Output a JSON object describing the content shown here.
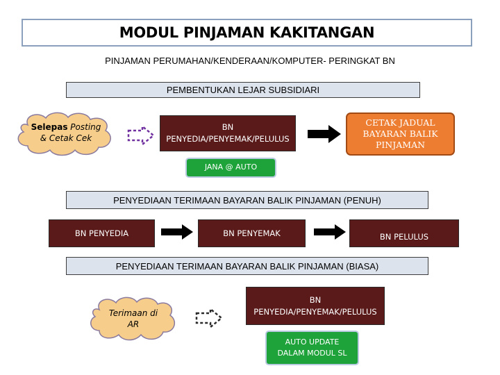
{
  "title": "MODUL PINJAMAN KAKITANGAN",
  "subtitle": "PINJAMAN PERUMAHAN/KENDERAAN/KOMPUTER- PERINGKAT BN",
  "section1": {
    "header": "PEMBENTUKAN LEJAR SUBSIDIARI",
    "cloud_line1_bold": "Selepas",
    "cloud_line1_italic": "Posting",
    "cloud_line2": "& Cetak Cek",
    "box_line1": "BN",
    "box_line2": "PENYEDIA/PENYEMAK/PELULUS",
    "orange_line1": "CETAK JADUAL",
    "orange_line2": "BAYARAN BALIK",
    "orange_line3": "PINJAMAN",
    "green": "JANA @ AUTO"
  },
  "section2": {
    "header": "PENYEDIAAN TERIMAAN BAYARAN BALIK PINJAMAN (PENUH)",
    "box1": "BN PENYEDIA",
    "box2": "BN PENYEMAK",
    "box3": "BN PELULUS"
  },
  "section3": {
    "header": "PENYEDIAAN TERIMAAN BAYARAN BALIK PINJAMAN (BIASA)",
    "cloud_line1": "Terimaan di",
    "cloud_line2": "AR",
    "box_line1": "BN",
    "box_line2": "PENYEDIA/PENYEMAK/PELULUS",
    "green_line1": "AUTO UPDATE",
    "green_line2": "DALAM MODUL SL"
  },
  "colors": {
    "maroon": "#5a1a1a",
    "orange": "#ed7d31",
    "green": "#1ea23a",
    "cloud": "#f6cd8b",
    "dashed_arrow": "#7030a0",
    "section_bg": "#dde3ec"
  }
}
